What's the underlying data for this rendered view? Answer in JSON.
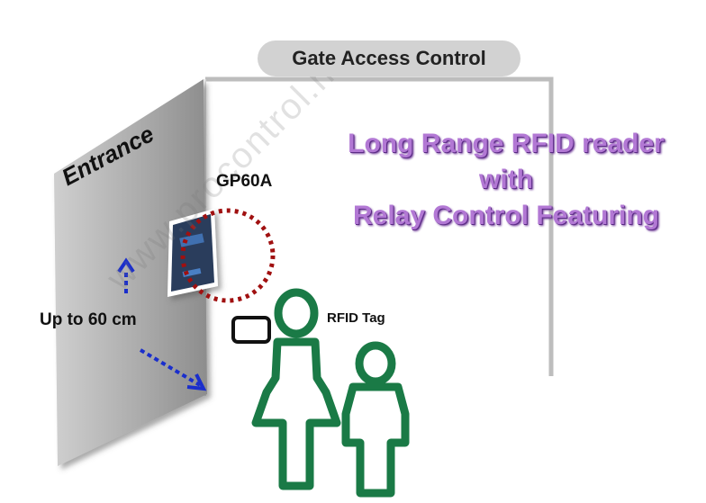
{
  "title": "Gate Access Control",
  "headline": {
    "line1": "Long Range RFID reader",
    "line2": "with",
    "line3": "Relay Control Featuring"
  },
  "labels": {
    "entrance": "Entrance",
    "reader_model": "GP60A",
    "distance": "Up to 60 cm",
    "tag": "RFID Tag"
  },
  "watermark": "www.procontrol.hu",
  "colors": {
    "person": "#1a7a46",
    "arrow": "#1a2ecc",
    "range_circle": "#a01010",
    "headline": "#b278d4",
    "wall": "#9e9e9e",
    "pill": "#d2d2d2"
  },
  "icons": [
    "person-icon",
    "arrow-up-icon",
    "arrow-diagonal-icon",
    "rfid-reader-icon",
    "rfid-tag-icon",
    "range-circle-icon"
  ]
}
